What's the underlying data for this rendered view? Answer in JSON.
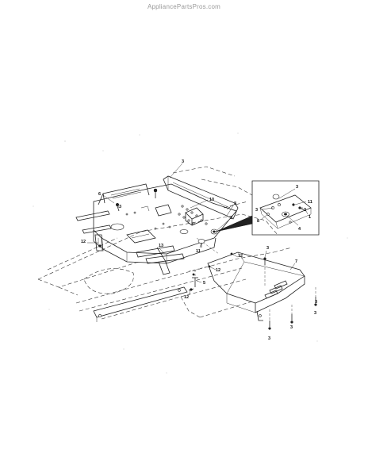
{
  "watermark": "AppliancePartsPros.com",
  "callouts": {
    "c1": "3",
    "c2": "6",
    "c3": "3",
    "c4": "10",
    "c5": "3",
    "c6": "3",
    "c7": "12",
    "c8": "13",
    "c9": "11",
    "c10": "12",
    "c11": "5",
    "c12": "12",
    "c13": "12",
    "c14": "3",
    "c15": "7",
    "c16": "3",
    "c17": "3",
    "c18": "3",
    "c19": "3",
    "inset_1": "3",
    "inset_2": "11",
    "inset_3": "3",
    "inset_4": "3",
    "inset_5": "8",
    "inset_6": "4",
    "inset_7": "1"
  }
}
